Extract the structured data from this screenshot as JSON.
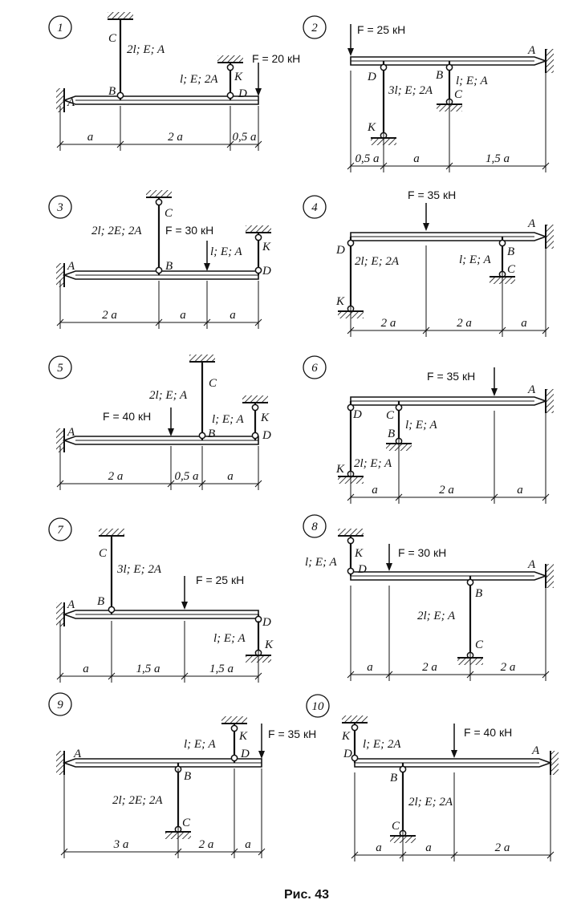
{
  "caption": "Рис. 43",
  "panels": [
    {
      "number": "1",
      "rod_props": [
        "2l; E; A",
        "l; E; 2A"
      ],
      "force": "F = 20 кН",
      "points": [
        "C",
        "A",
        "B",
        "K",
        "D"
      ],
      "dims": [
        "a",
        "2 a",
        "0,5 a"
      ]
    },
    {
      "number": "2",
      "rod_props": [
        "3l; E; 2A",
        "l; E; A"
      ],
      "force": "F = 25 кН",
      "points": [
        "A",
        "D",
        "B",
        "C",
        "K"
      ],
      "dims": [
        "0,5 a",
        "a",
        "1,5 a"
      ]
    },
    {
      "number": "3",
      "rod_props": [
        "2l; 2E; 2A",
        "l; E; A"
      ],
      "force": "F = 30 кН",
      "points": [
        "C",
        "K",
        "A",
        "B",
        "D"
      ],
      "dims": [
        "2 a",
        "a",
        "a"
      ]
    },
    {
      "number": "4",
      "rod_props": [
        "2l; E; 2A",
        "l; E; A"
      ],
      "force": "F = 35 кН",
      "points": [
        "A",
        "D",
        "B",
        "C",
        "K"
      ],
      "dims": [
        "2 a",
        "2 a",
        "a"
      ]
    },
    {
      "number": "5",
      "rod_props": [
        "2l; E; A",
        "l; E; A"
      ],
      "force": "F = 40 кН",
      "points": [
        "C",
        "K",
        "A",
        "B",
        "D"
      ],
      "dims": [
        "2 a",
        "0,5 a",
        "a"
      ]
    },
    {
      "number": "6",
      "rod_props": [
        "l; E; A",
        "2l; E; A"
      ],
      "force": "F = 35 кН",
      "points": [
        "A",
        "D",
        "C",
        "B",
        "K"
      ],
      "dims": [
        "a",
        "2 a",
        "a"
      ]
    },
    {
      "number": "7",
      "rod_props": [
        "3l; E; 2A",
        "l; E; A"
      ],
      "force": "F = 25 кН",
      "points": [
        "C",
        "A",
        "B",
        "D",
        "K"
      ],
      "dims": [
        "a",
        "1,5 a",
        "1,5 a"
      ]
    },
    {
      "number": "8",
      "rod_props": [
        "l; E; A",
        "2l; E; A"
      ],
      "force": "F = 30 кН",
      "points": [
        "K",
        "D",
        "A",
        "B",
        "C"
      ],
      "dims": [
        "a",
        "2 a",
        "2 a"
      ]
    },
    {
      "number": "9",
      "rod_props": [
        "l; E; A",
        "2l; 2E; 2A"
      ],
      "force": "F = 35 кН",
      "points": [
        "A",
        "K",
        "D",
        "B",
        "C"
      ],
      "dims": [
        "3 a",
        "2 a",
        "a"
      ]
    },
    {
      "number": "10",
      "rod_props": [
        "l; E; 2A",
        "2l; E; 2A"
      ],
      "force": "F = 40 кН",
      "points": [
        "K",
        "D",
        "A",
        "B",
        "C"
      ],
      "dims": [
        "a",
        "a",
        "2 a"
      ]
    }
  ]
}
